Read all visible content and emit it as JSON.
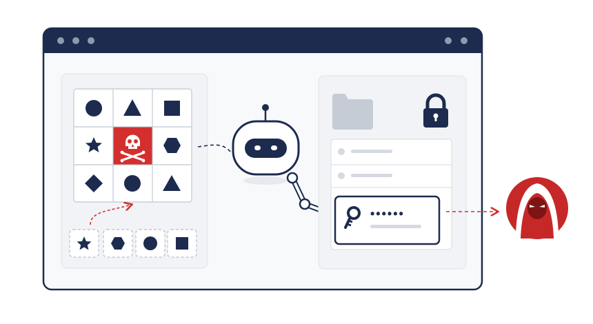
{
  "window": {
    "titlebar_left_dots": 3,
    "titlebar_right_dots": 2,
    "colors": {
      "frame": "#1c2b4e",
      "window_bg": "#f8f9fb",
      "panel_bg": "#f1f3f6",
      "panel_border": "#dfe3e9",
      "accent_red": "#d32f2f",
      "icon_dark": "#1c2b4e",
      "folder": "#c5ccd6"
    }
  },
  "captcha": {
    "grid": [
      [
        "circle-icon",
        "triangle-icon",
        "square-icon"
      ],
      [
        "star-icon",
        "skull-crossbones-icon",
        "hexagon-icon"
      ],
      [
        "diamond-icon",
        "circle-icon",
        "triangle-icon"
      ]
    ],
    "highlighted_cell": "skull-crossbones-icon",
    "tray": [
      "star-icon",
      "hexagon-icon",
      "circle-icon",
      "square-icon"
    ]
  },
  "agent": {
    "icon": "robot-icon",
    "arm_tool": "key-icon"
  },
  "vault": {
    "icons": [
      "folder-icon",
      "lock-icon"
    ],
    "rows": 2,
    "password_mask": "••••••"
  },
  "attacker": {
    "icon": "hooded-hacker-icon"
  }
}
